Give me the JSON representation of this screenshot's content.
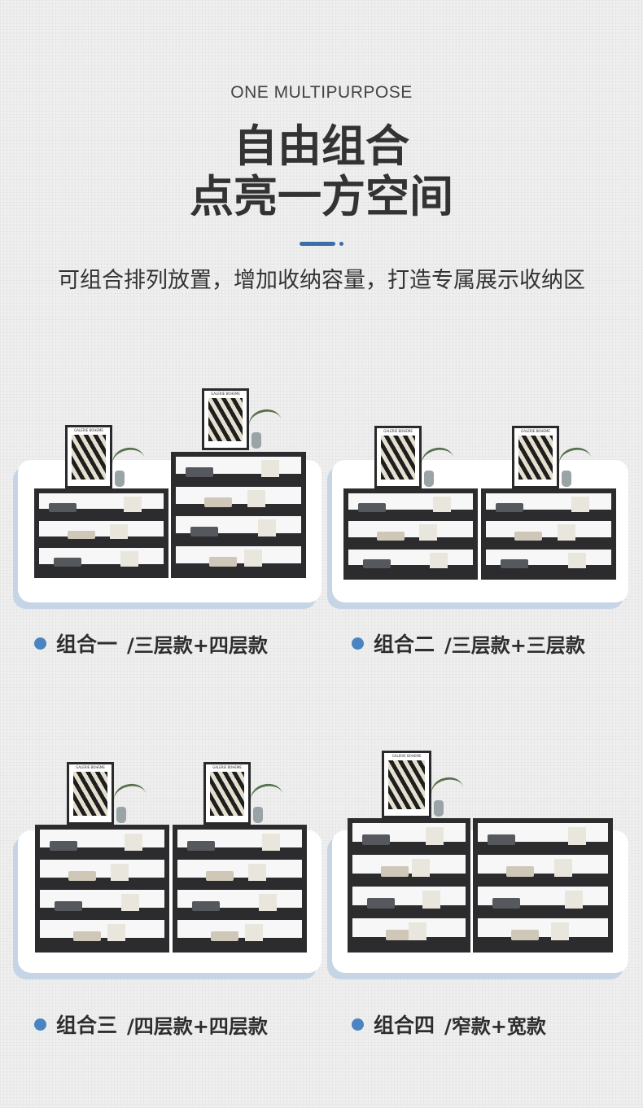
{
  "header": {
    "eyebrow": "ONE MULTIPURPOSE",
    "title_line1": "自由组合",
    "title_line2": "点亮一方空间",
    "subtitle": "可组合排列放置，增加收纳容量，打造专属展示收纳区"
  },
  "accent_color": "#3b6ea8",
  "combos": [
    {
      "name": "组合一",
      "spec": "/三层款+四层款"
    },
    {
      "name": "组合二",
      "spec": "/三层款+三层款"
    },
    {
      "name": "组合三",
      "spec": "/四层款+四层款"
    },
    {
      "name": "组合四",
      "spec": "/窄款+宽款"
    }
  ],
  "poster_text": "GALERIE BOHEME"
}
